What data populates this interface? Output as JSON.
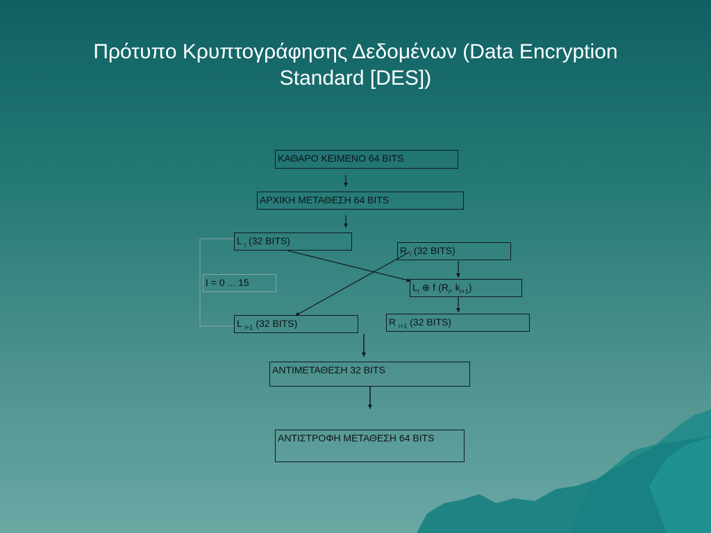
{
  "slide": {
    "title_line1": "Πρότυπο Κρυπτογράφησης Δεδομένων (Data Encryption",
    "title_line2": "Standard [DES])"
  },
  "diagram": {
    "plaintext": "ΚΑΘΑΡΟ ΚΕΙΜΕΝΟ 64 BITS",
    "initial_permutation": "ΑΡΧΙΚΗ ΜΕΤΑΘΕΣΗ 64 BITS",
    "left": {
      "prefix": "L",
      "sub": "i",
      "suffix": " (32 BITS)"
    },
    "right": {
      "prefix": "R",
      "sub": "i",
      "suffix": " (32 BITS)"
    },
    "loop_label": "I = 0 ... 15",
    "feistel": {
      "l": "L",
      "l_sub": "i",
      "op": " ⊕  f (R",
      "r_sub": "i",
      "mid": ", k",
      "k_sub": "i+1",
      "end": ")"
    },
    "left_next": {
      "prefix": "L",
      "sub": "i+1",
      "suffix": " (32 BITS)"
    },
    "right_next": {
      "prefix": "R",
      "sub": "i+1",
      "suffix": " (32 BITS)"
    },
    "swap": "ΑΝΤΙΜΕΤΑΘΕΣΗ 32 BITS",
    "inverse_permutation": "ΑΝΤΙΣΤΡΟΦΗ ΜΕΤΑΘΕΣΗ 64 BITS"
  },
  "colors": {
    "background_top": "#0f6063",
    "background_bottom": "#6aa8a4",
    "title": "#ffffff",
    "stroke": "#101820",
    "loop_border": "#8aa6a6",
    "mountain": "#1a8f90"
  }
}
